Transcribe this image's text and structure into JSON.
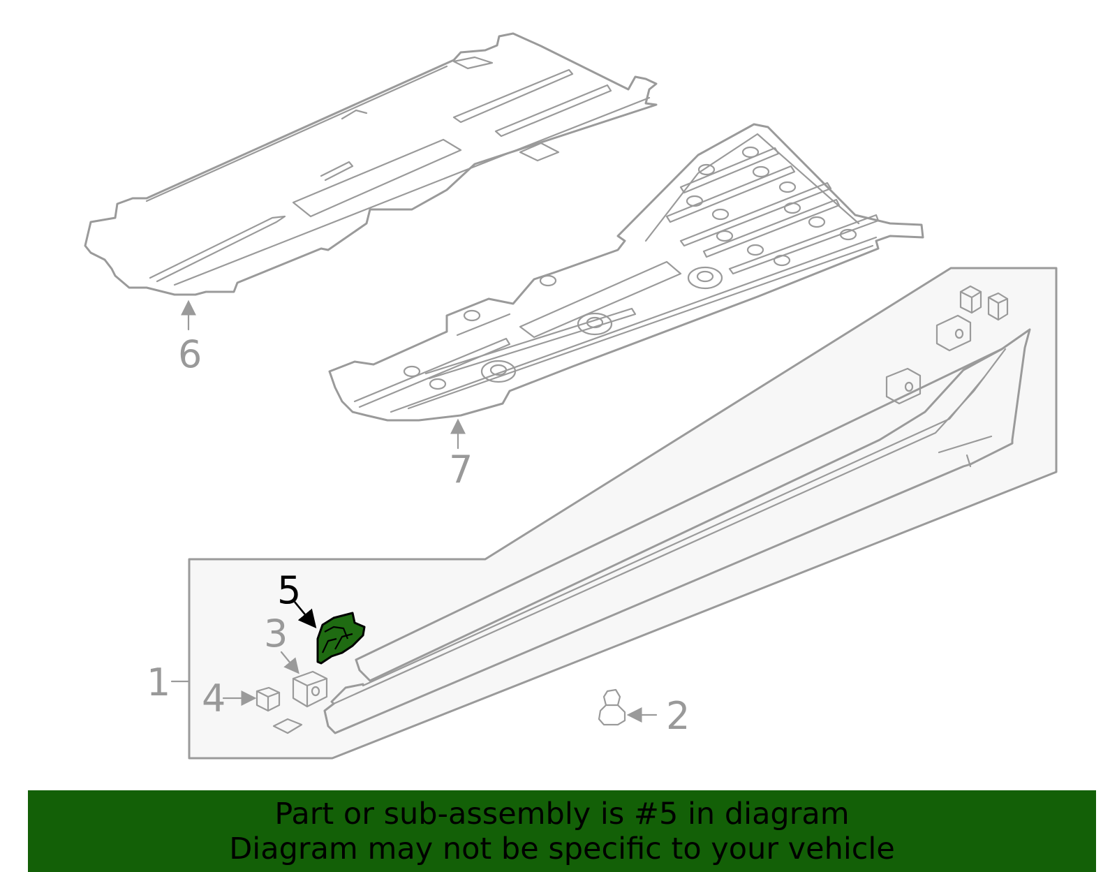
{
  "diagram": {
    "callouts": {
      "c1": "1",
      "c2": "2",
      "c3": "3",
      "c4": "4",
      "c5": "5",
      "c6": "6",
      "c7": "7"
    },
    "highlighted_part": "5",
    "highlight_color": "#1f6b12",
    "line_color": "#9a9a9a"
  },
  "banner": {
    "line1": "Part or sub-assembly is #5 in diagram",
    "line2": "Diagram may not be specific to your vehicle",
    "background": "#136007"
  }
}
